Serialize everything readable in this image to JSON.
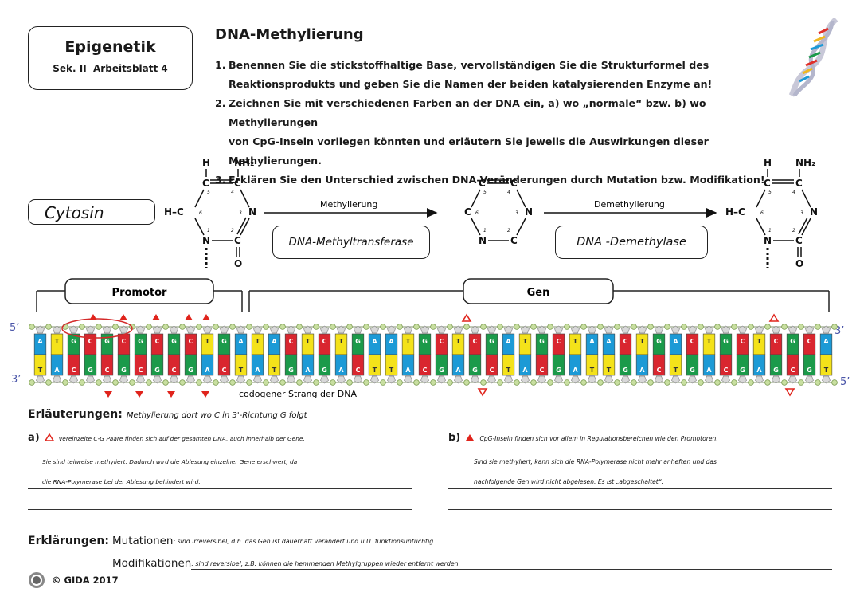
{
  "header": {
    "title": "Epigenetik",
    "subtitle": "Sek. II  Arbeitsblatt 4",
    "topic": "DNA-Methylierung"
  },
  "tasks": [
    {
      "num": "1.",
      "lines": [
        "Benennen Sie die stickstoffhaltige Base, vervollständigen Sie die Strukturformel des",
        "Reaktionsprodukts und geben Sie die Namen der beiden katalysierenden Enzyme an!"
      ]
    },
    {
      "num": "2.",
      "lines": [
        "Zeichnen Sie mit verschiedenen Farben an der DNA ein, a) wo „normale“ bzw. b) wo Methylierungen",
        "von CpG-Inseln vorliegen könnten und erläutern Sie jeweils die Auswirkungen dieser Methylierungen."
      ]
    },
    {
      "num": "3.",
      "lines": [
        "Erklären Sie den Unterschied zwischen DNA-Veränderungen durch Mutation bzw. Modifikation!"
      ]
    }
  ],
  "reaction": {
    "base_answer": "Cytosin",
    "methylation_label": "Methylierung",
    "demethylation_label": "Demethylierung",
    "enzyme1_answer": "DNA-Methyltransferase",
    "enzyme2_answer": "DNA -Demethylase",
    "atoms": {
      "H": "H",
      "NH2": "NH₂",
      "N": "N",
      "C": "C",
      "O": "O",
      "HC": "H–C"
    }
  },
  "dna": {
    "promotor_label": "Promotor",
    "gene_label": "Gen",
    "five_prime": "5’",
    "three_prime": "3’",
    "codogenic_label": "codogener Strang der DNA",
    "top_strand": [
      "A",
      "T",
      "G",
      "C",
      "G",
      "C",
      "G",
      "C",
      "G",
      "C",
      "T",
      "G",
      "A",
      "T",
      "A",
      "C",
      "T",
      "C",
      "T",
      "G",
      "A",
      "A",
      "T",
      "G",
      "C",
      "T",
      "C",
      "G",
      "A",
      "T",
      "G",
      "C",
      "T",
      "A",
      "A",
      "C",
      "T",
      "G",
      "A",
      "C",
      "T",
      "G",
      "C",
      "T",
      "C",
      "G",
      "C",
      "A"
    ],
    "bottom_strand": [
      "T",
      "A",
      "C",
      "G",
      "C",
      "G",
      "C",
      "G",
      "C",
      "G",
      "A",
      "C",
      "T",
      "A",
      "T",
      "G",
      "A",
      "G",
      "A",
      "C",
      "T",
      "T",
      "A",
      "C",
      "G",
      "A",
      "G",
      "C",
      "T",
      "A",
      "C",
      "G",
      "A",
      "T",
      "T",
      "G",
      "A",
      "C",
      "T",
      "G",
      "A",
      "C",
      "G",
      "A",
      "G",
      "C",
      "G",
      "T"
    ],
    "colors": {
      "A": "#1c9ad6",
      "T": "#f4e21a",
      "G": "#1b9a4a",
      "C": "#d9262f"
    }
  },
  "explanations": {
    "heading": "Erläuterungen:",
    "heading_note": "Methylierung dort wo C in 3'-Richtung G folgt",
    "a_label": "a)",
    "a_lines": [
      "vereinzelte C-G Paare finden sich auf der gesamten DNA, auch innerhalb der Gene.",
      "Sie sind teilweise methyliert. Dadurch wird die Ablesung einzelner Gene erschwert, da",
      "die RNA-Polymerase bei der Ablesung behindert wird.",
      ""
    ],
    "b_label": "b)",
    "b_lines": [
      "CpG-Inseln finden sich vor allem in Regulationsbereichen wie den Promotoren.",
      "Sind sie methyliert, kann sich die RNA-Polymerase nicht mehr anheften und das",
      "nachfolgende Gen wird nicht abgelesen. Es ist „abgeschaltet“.",
      ""
    ]
  },
  "definitions": {
    "heading": "Erklärungen:",
    "mutation_label": "Mutationen",
    "mutation_answer": ": sind irreversibel, d.h. das Gen ist dauerhaft verändert und u.U. funktionsuntüchtig.",
    "modification_label": "Modifikationen",
    "modification_answer": ": sind reversibel, z.B. können die hemmenden Methylgruppen wieder entfernt werden."
  },
  "footer": {
    "copyright": "© GIDA 2017"
  }
}
